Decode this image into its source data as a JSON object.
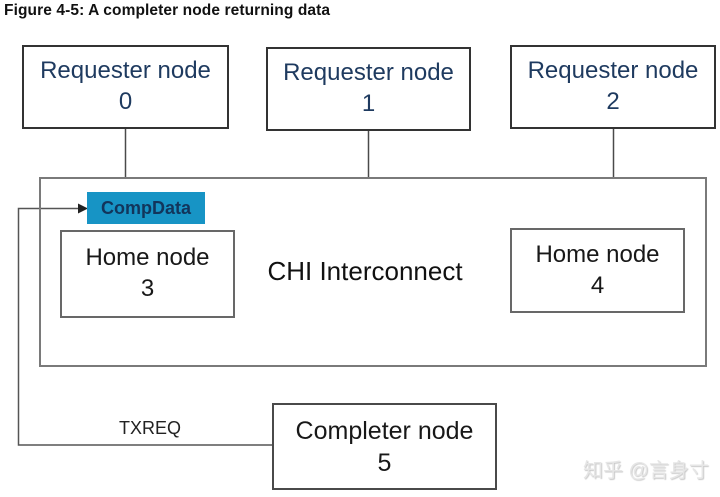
{
  "title": "Figure 4-5: A completer node returning data",
  "diagram": {
    "requester_nodes": [
      {
        "name": "Requester node",
        "id": "0"
      },
      {
        "name": "Requester node",
        "id": "1"
      },
      {
        "name": "Requester node",
        "id": "2"
      }
    ],
    "interconnect": {
      "label": "CHI Interconnect"
    },
    "home_nodes": [
      {
        "name": "Home node",
        "id": "3"
      },
      {
        "name": "Home node",
        "id": "4"
      }
    ],
    "completer_node": {
      "name": "Completer node",
      "id": "5"
    },
    "messages": {
      "compdata_label": "CompData",
      "txreq_label": "TXREQ"
    },
    "colors": {
      "compdata_background": "#1794c5",
      "requester_text_navy": "#1e3a5f",
      "connector_line_gray": "#555555",
      "box_border_dark": "#333333"
    }
  },
  "watermark": "知乎 @言身寸"
}
